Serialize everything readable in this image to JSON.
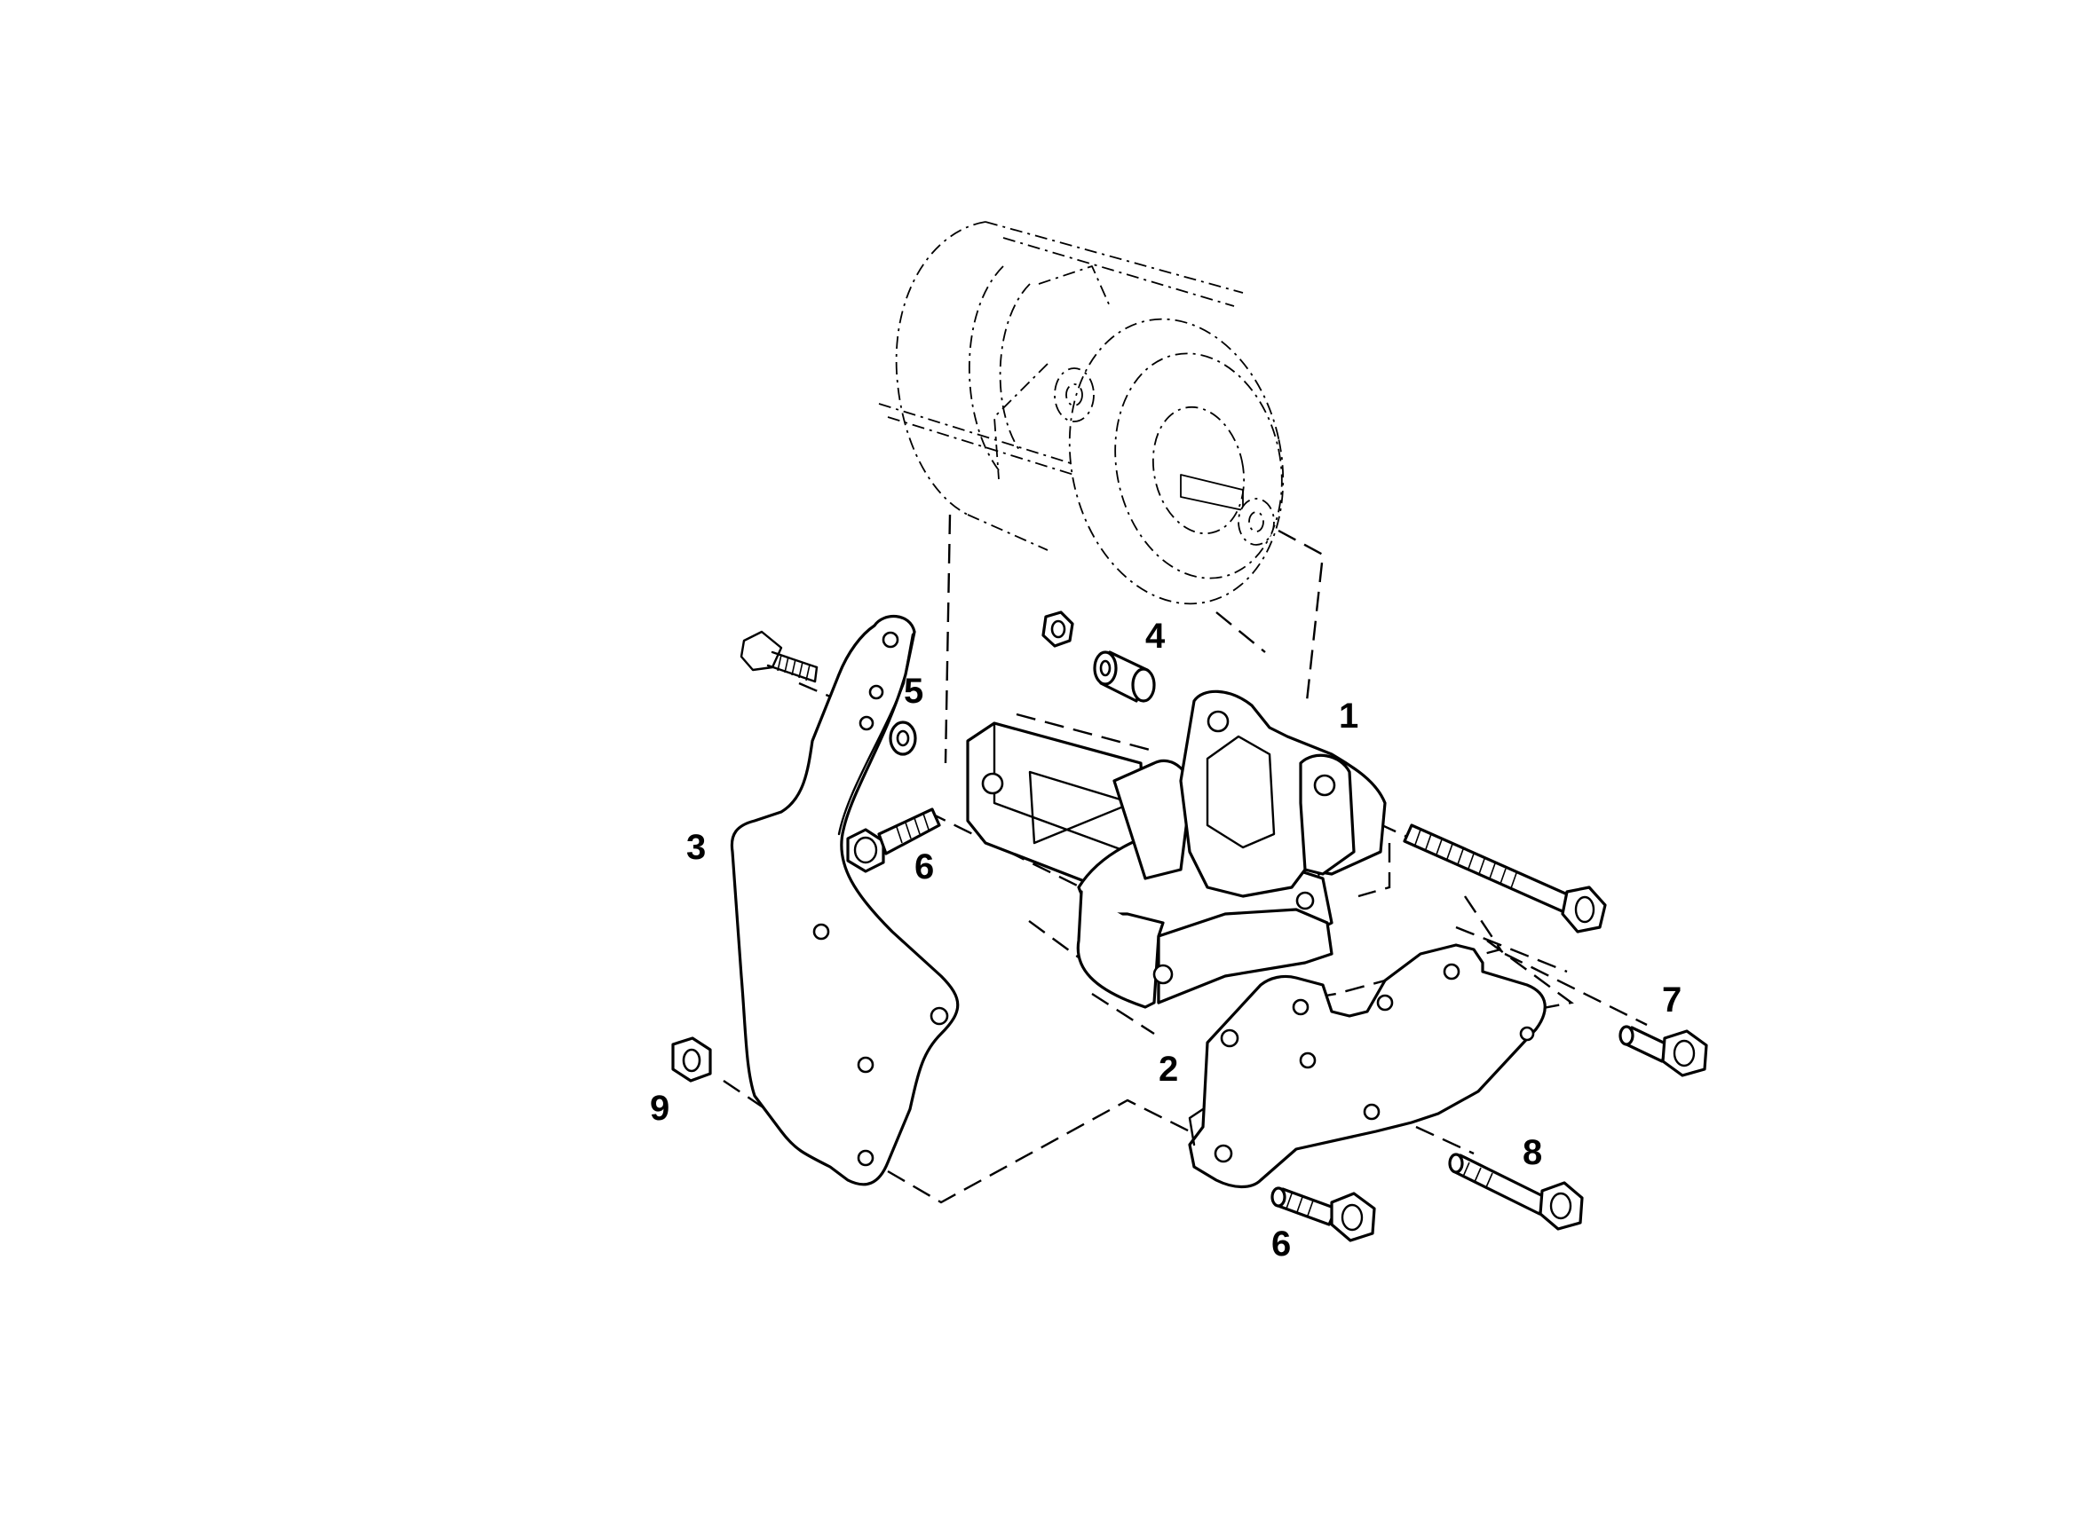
{
  "diagram": {
    "callouts": [
      {
        "id": "1",
        "label": "1"
      },
      {
        "id": "2",
        "label": "2"
      },
      {
        "id": "3",
        "label": "3"
      },
      {
        "id": "4",
        "label": "4"
      },
      {
        "id": "5",
        "label": "5"
      },
      {
        "id": "6a",
        "label": "6"
      },
      {
        "id": "6b",
        "label": "6"
      },
      {
        "id": "7",
        "label": "7"
      },
      {
        "id": "8",
        "label": "8"
      },
      {
        "id": "9",
        "label": "9"
      }
    ]
  }
}
